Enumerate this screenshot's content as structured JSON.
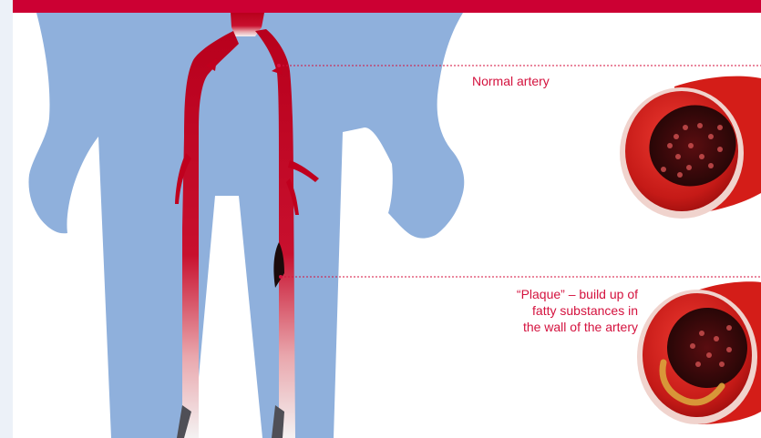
{
  "labels": {
    "normal_artery": "Normal artery",
    "plaque_lines": [
      "“Plaque” – build up of",
      "fatty substances in",
      "the wall of the artery"
    ]
  },
  "colors": {
    "accent": "#cc0033",
    "label_text": "#d4123e",
    "body_silhouette": "#8fb0dc",
    "artery_red": "#c0001e"
  },
  "icons": {
    "body": "human-body-silhouette",
    "arteries": "leg-arteries-illustration",
    "normal_section": "normal-artery-cross-section",
    "plaque_section": "plaque-artery-cross-section"
  }
}
